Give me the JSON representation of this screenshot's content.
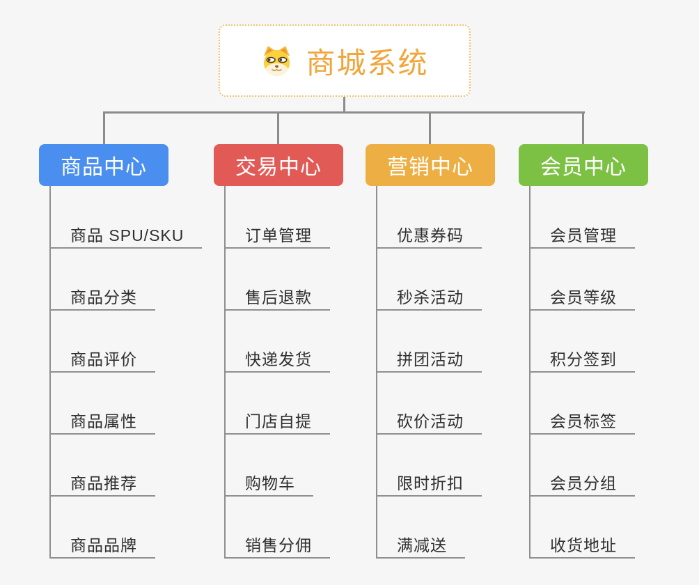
{
  "canvas": {
    "background": "#F5F6F5",
    "connector_color": "#8C8C8C",
    "underline_color": "#8F8F8F"
  },
  "root": {
    "title": "商城系统",
    "icon": "doge-icon",
    "text_color": "#F0A63C",
    "border_color": "#F3C06E",
    "background": "#FFFFFF"
  },
  "branches": [
    {
      "label": "商品中心",
      "color": "#4A8FEF",
      "items": [
        "商品 SPU/SKU",
        "商品分类",
        "商品评价",
        "商品属性",
        "商品推荐",
        "商品品牌"
      ]
    },
    {
      "label": "交易中心",
      "color": "#E25A55",
      "items": [
        "订单管理",
        "售后退款",
        "快递发货",
        "门店自提",
        "购物车",
        "销售分佣"
      ]
    },
    {
      "label": "营销中心",
      "color": "#EDAF44",
      "items": [
        "优惠券码",
        "秒杀活动",
        "拼团活动",
        "砍价活动",
        "限时折扣",
        "满减送"
      ]
    },
    {
      "label": "会员中心",
      "color": "#7CC144",
      "items": [
        "会员管理",
        "会员等级",
        "积分签到",
        "会员标签",
        "会员分组",
        "收货地址"
      ]
    }
  ]
}
